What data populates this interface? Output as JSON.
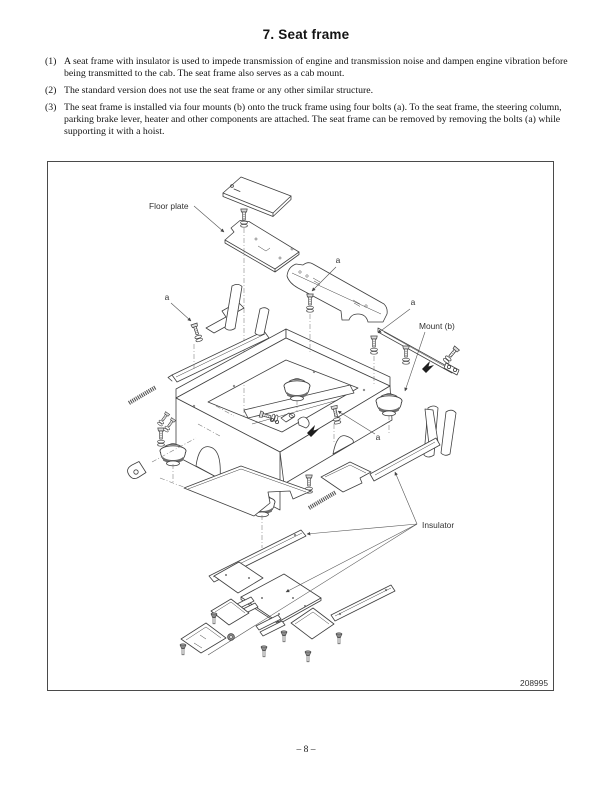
{
  "page": {
    "title": "7. Seat frame",
    "page_number": "– 8 –"
  },
  "paragraphs": [
    {
      "marker": "(1)",
      "text": "A seat frame with insulator is used to impede transmission of engine and transmission noise and dampen engine vibration before being transmitted to the cab.  The seat frame also serves as a cab mount."
    },
    {
      "marker": "(2)",
      "text": "The standard version does not use the seat frame or any other similar structure."
    },
    {
      "marker": "(3)",
      "text": "The seat frame is installed via four mounts (b) onto the truck frame using four bolts (a).  To the seat frame, the steering column, parking brake lever, heater and other components are attached.  The seat frame can be removed by removing the bolts (a) while supporting it with a hoist."
    }
  ],
  "diagram": {
    "figure_number": "208995",
    "labels": {
      "floor_plate": "Floor plate",
      "mount_b": "Mount (b)",
      "insulator": "Insulator",
      "bolt_a_top_left": "a",
      "bolt_a_center": "a",
      "bolt_a_right": "a",
      "bolt_a_bottom": "a"
    }
  }
}
